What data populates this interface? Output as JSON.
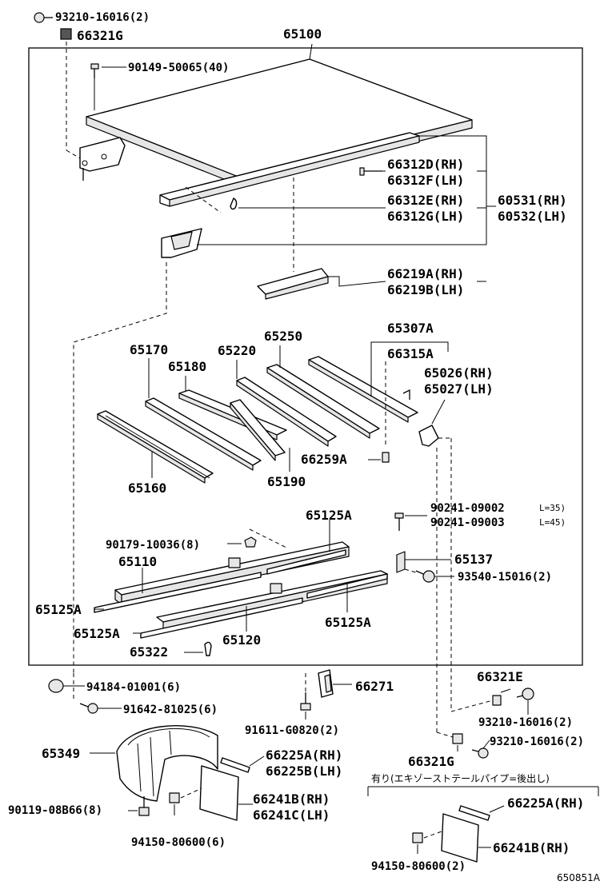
{
  "labels": {
    "l01": "93210-16016(2)",
    "l02": "66321G",
    "l03": "65100",
    "l04": "90149-50065(40)",
    "l05": "66312D(RH)",
    "l06": "66312F(LH)",
    "l07": "66312E(RH)",
    "l08": "66312G(LH)",
    "l09": "60531(RH)",
    "l10": "60532(LH)",
    "l11": "66219A(RH)",
    "l12": "66219B(LH)",
    "l13": "65250",
    "l14": "65307A",
    "l15": "65170",
    "l16": "65220",
    "l17": "66315A",
    "l18": "65180",
    "l19": "65026(RH)",
    "l20": "65027(LH)",
    "l21": "66259A",
    "l22": "65160",
    "l23": "65190",
    "l24": "65125A",
    "l25": "90241-09002",
    "l26": "90241-09003",
    "l27": "90179-10036(8)",
    "l28": "65137",
    "l29": "65110",
    "l30": "93540-15016(2)",
    "l31": "65125A",
    "l32": "65125A",
    "l33": "65125A",
    "l34": "65120",
    "l35": "65322",
    "l36": "94184-01001(6)",
    "l37": "66271",
    "l38": "91642-81025(6)",
    "l39": "66321E",
    "l40": "91611-G0820(2)",
    "l41": "93210-16016(2)",
    "l42": "93210-16016(2)",
    "l43": "65349",
    "l44": "66225A(RH)",
    "l45": "66321G",
    "l46": "66225B(LH)",
    "l47": "66225A(RH)",
    "l48": "90119-08B66(8)",
    "l49": "66241B(RH)",
    "l50": "66241C(LH)",
    "l51": "66241B(RH)",
    "l52": "94150-80600(6)",
    "l53": "94150-80600(2)",
    "l54": "650851A",
    "len35": "L=35)",
    "len45": "L=45)",
    "note": "有り(エキゾーストテールパイプ=後出し)"
  }
}
